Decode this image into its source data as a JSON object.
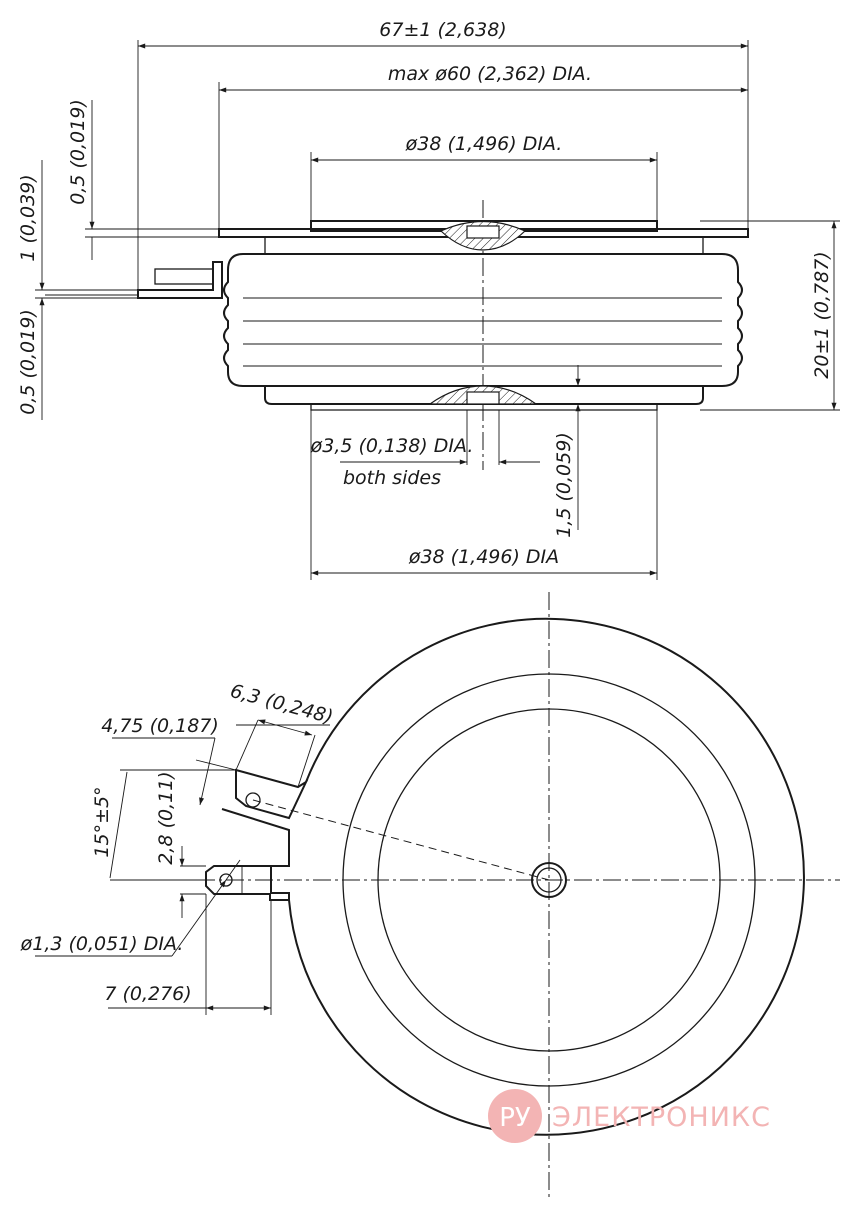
{
  "side_view": {
    "dim_overall_width": "67±1 (2,638)",
    "dim_max_diameter": "max ø60 (2,362) DIA.",
    "dim_top_contact": "ø38 (1,496) DIA.",
    "dim_bottom_contact": "ø38 (1,496) DIA",
    "dim_height": "20±1 (0,787)",
    "dim_flange_gap": "0,5 (0,019)",
    "dim_terminal_thickness": "1 (0,039)",
    "dim_terminal_gap": "0,5 (0,019)",
    "dim_pin_hole": "ø3,5 (0,138) DIA.",
    "dim_pin_hole_note": "both sides",
    "dim_pin_depth": "1,5 (0,059)"
  },
  "top_view": {
    "dim_tab_width": "6,3 (0,248)",
    "dim_tab_offset": "4,75 (0,187)",
    "dim_angle": "15°±5°",
    "dim_pin_offset": "2,8 (0,11)",
    "dim_hole": "ø1,3 (0,051) DIA.",
    "dim_terminal_length": "7 (0,276)"
  },
  "watermark": {
    "logo": "РУ",
    "text": "ЭЛЕКТРОНИКС"
  }
}
